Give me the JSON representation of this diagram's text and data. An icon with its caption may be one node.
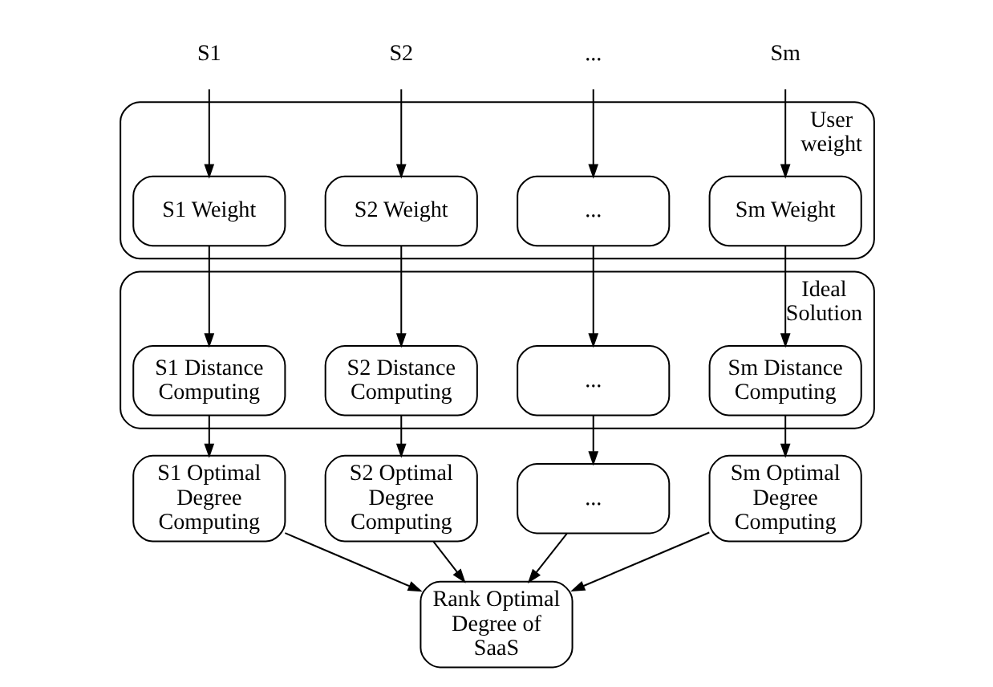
{
  "diagram": {
    "nodes": [
      {
        "text": [
          "S1"
        ]
      },
      {
        "text": [
          "S2"
        ]
      },
      {
        "text": [
          "..."
        ]
      },
      {
        "text": [
          "Sm"
        ]
      },
      {
        "text": [
          "User weight"
        ]
      },
      {
        "text": [
          "S1 Weight"
        ],
        "in": 4
      },
      {
        "text": [
          "S2 Weight"
        ],
        "in": 4
      },
      {
        "text": [
          "..."
        ],
        "in": 4
      },
      {
        "text": [
          "Sm Weight"
        ],
        "in": 4
      },
      {
        "text": [
          "Ideal Solution"
        ]
      },
      {
        "text": [
          "S1 Distance Computing"
        ],
        "in": 9
      },
      {
        "text": [
          "S2 Distance Computing"
        ],
        "in": 9
      },
      {
        "text": [
          "..."
        ],
        "in": 9
      },
      {
        "text": [
          "Sm Distance Computing"
        ],
        "in": 9
      },
      {
        "text": [
          "S1 Optimal Degree Computing"
        ]
      },
      {
        "text": [
          "S2 Optimal Degree Computing"
        ]
      },
      {
        "text": [
          "..."
        ]
      },
      {
        "text": [
          "Sm Optimal Degree Computing"
        ]
      },
      {
        "text": [
          "Rank Optimal Degree of SaaS"
        ]
      }
    ],
    "edges": [
      {
        "from": 0,
        "to": 5,
        "arrow": "to"
      },
      {
        "from": 1,
        "to": 6,
        "arrow": "to"
      },
      {
        "from": 2,
        "to": 7,
        "arrow": "to"
      },
      {
        "from": 3,
        "to": 8,
        "arrow": "to"
      },
      {
        "from": 5,
        "to": 10,
        "arrow": "to"
      },
      {
        "from": 6,
        "to": 11,
        "arrow": "to"
      },
      {
        "from": 7,
        "to": 12,
        "arrow": "to"
      },
      {
        "from": 8,
        "to": 13,
        "arrow": "to"
      },
      {
        "from": 10,
        "to": 14,
        "arrow": "to"
      },
      {
        "from": 11,
        "to": 15,
        "arrow": "to"
      },
      {
        "from": 12,
        "to": 16,
        "arrow": "to"
      },
      {
        "from": 13,
        "to": 17,
        "arrow": "to"
      },
      {
        "from": 14,
        "to": 18,
        "arrow": "to"
      },
      {
        "from": 15,
        "to": 18,
        "arrow": "to"
      },
      {
        "from": 16,
        "to": 18,
        "arrow": "to"
      },
      {
        "from": 17,
        "to": 18,
        "arrow": "to"
      }
    ]
  }
}
